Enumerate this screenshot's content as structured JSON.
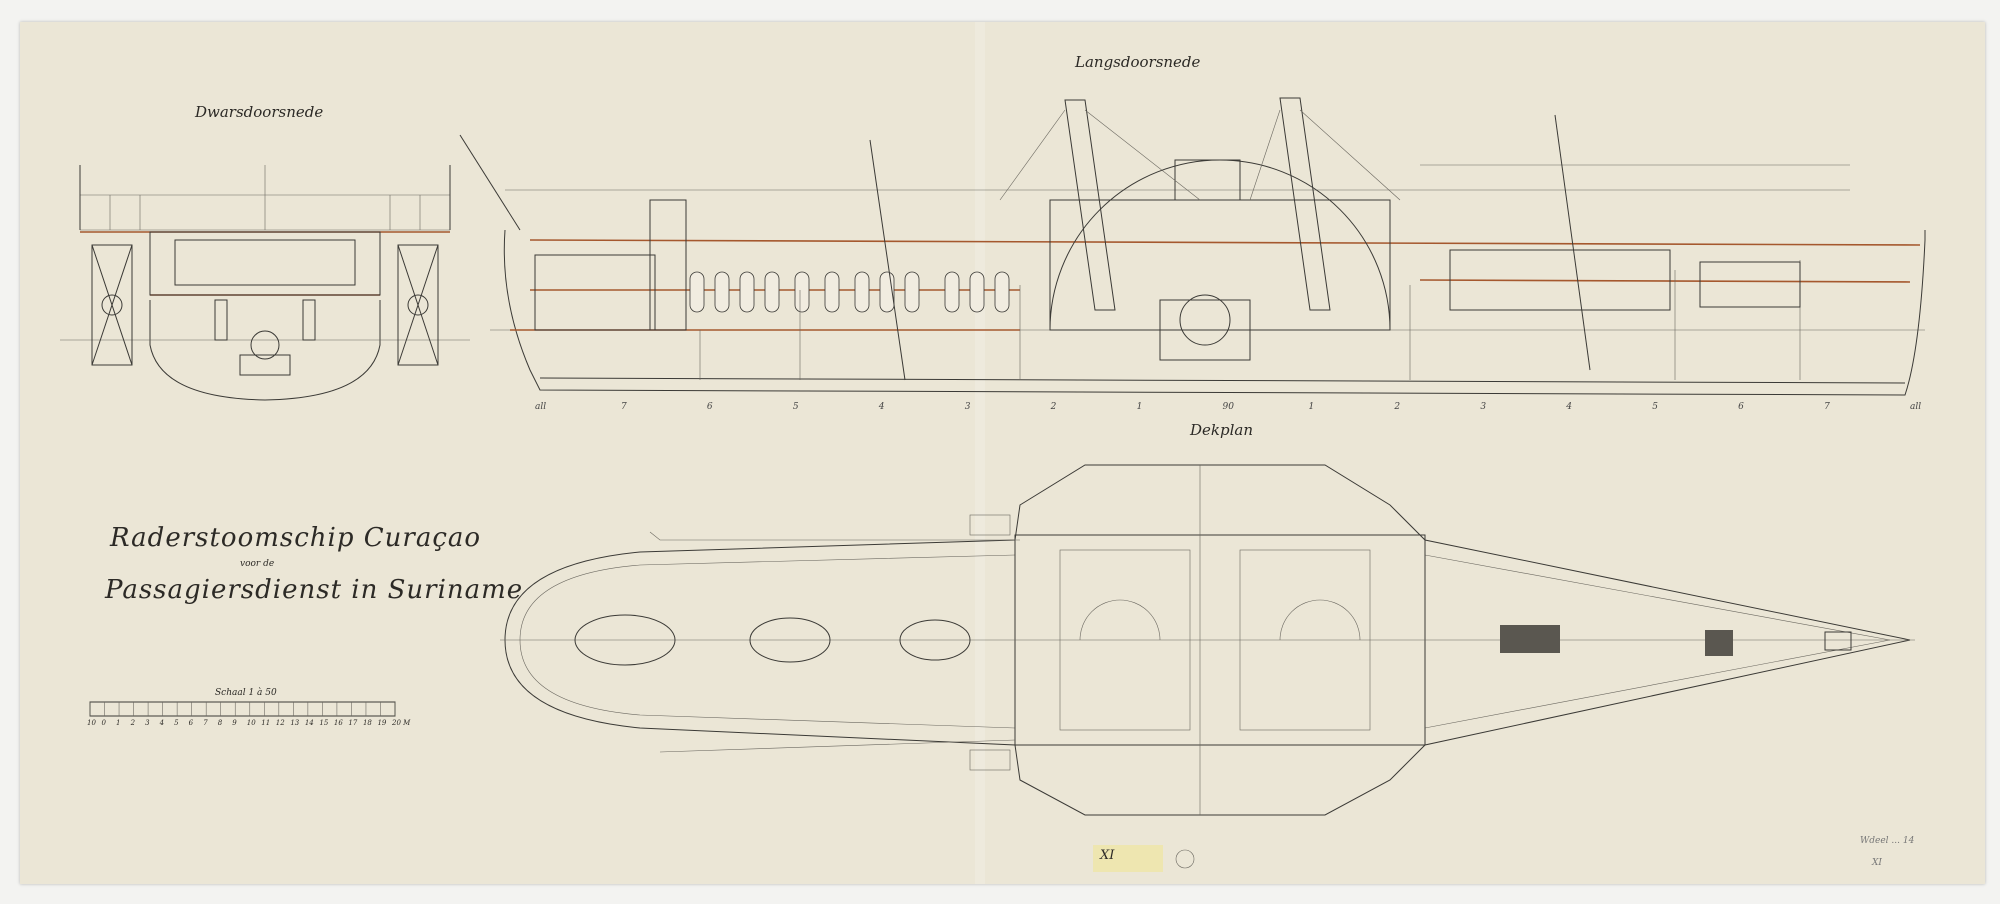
{
  "drawing": {
    "title_line1": "Raderstoomschip Curaçao",
    "title_line2": "voor de",
    "title_line3": "Passagiersdienst in Suriname",
    "sections": {
      "cross_section": "Dwarsdoorsnede",
      "longitudinal_section": "Langsdoorsnede",
      "deck_plan": "Dekplan"
    },
    "frame_numbers": [
      "all",
      "7",
      "6",
      "5",
      "4",
      "3",
      "2",
      "1",
      "90",
      "1",
      "2",
      "3",
      "4",
      "5",
      "6",
      "7",
      "all"
    ],
    "scale": {
      "label": "Schaal 1 à 50",
      "ticks": [
        "10",
        "0",
        "1",
        "2",
        "3",
        "4",
        "5",
        "6",
        "7",
        "8",
        "9",
        "10",
        "11",
        "12",
        "13",
        "14",
        "15",
        "16",
        "17",
        "18",
        "19",
        "20 M"
      ]
    },
    "archive_tag": "XI",
    "pencil_note": "Wdeel ... 14",
    "pencil_note2": "XI"
  },
  "colors": {
    "paper": "#ebe6d6",
    "ink": "#3b3a36",
    "red_ink": "#a5582e"
  }
}
